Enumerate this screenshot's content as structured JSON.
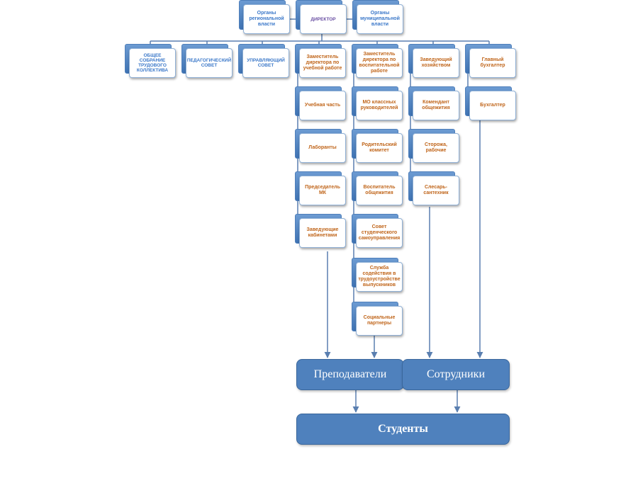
{
  "top_row": [
    {
      "id": "regional",
      "label": "Органы региональной власти"
    },
    {
      "id": "director",
      "label": "ДИРЕКТОР"
    },
    {
      "id": "municipal",
      "label": "Органы муниципальной власти"
    }
  ],
  "councils": [
    {
      "id": "general-meeting",
      "label": "ОБЩЕЕ СОБРАНИЕ ТРУДОВОГО КОЛЛЕКТИВА"
    },
    {
      "id": "ped-council",
      "label": "ПЕДАГОГИЧЕСКИЙ СОВЕТ"
    },
    {
      "id": "managing-council",
      "label": "УПРАВЛЯЮЩИЙ СОВЕТ"
    }
  ],
  "branches": [
    {
      "id": "academic",
      "head": "Заместитель директора по учебной работе",
      "items": [
        "Учебная часть",
        "Лаборанты",
        "Председатель МК",
        "Заведующие кабинетами"
      ]
    },
    {
      "id": "upbringing",
      "head": "Заместитель директора по воспитательной работе",
      "items": [
        "МО классных руководителей",
        "Родительский комитет",
        "Воспитатель общежития",
        "Совет студенческого самоуправления",
        "Служба содействия в трудоустройстве выпускников",
        "Социальные партнеры"
      ]
    },
    {
      "id": "household",
      "head": "Заведующий хозяйством",
      "items": [
        "Комендант общежития",
        "Сторожа, рабочие",
        "Слесарь-сантехник"
      ]
    },
    {
      "id": "accounting",
      "head": "Главный бухгалтер",
      "items": [
        "Бухгалтер"
      ]
    }
  ],
  "groups": {
    "teachers": "Преподаватели",
    "staff": "Сотрудники",
    "students": "Студенты"
  },
  "colors": {
    "box_border": "#4f7fba",
    "group_fill": "#4f81bd",
    "line": "#5a7fb0",
    "text_orange": "#c0651a",
    "text_blue": "#3b78c9"
  }
}
